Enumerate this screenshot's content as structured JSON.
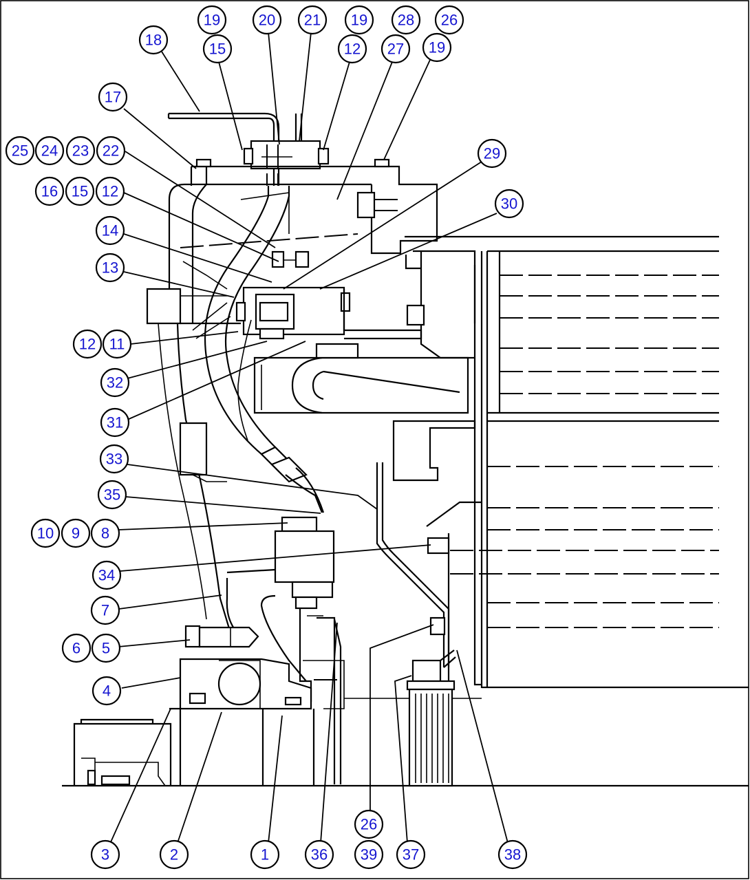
{
  "callouts": [
    {
      "id": "c19a",
      "label": "19"
    },
    {
      "id": "c20",
      "label": "20"
    },
    {
      "id": "c21",
      "label": "21"
    },
    {
      "id": "c19b",
      "label": "19"
    },
    {
      "id": "c28",
      "label": "28"
    },
    {
      "id": "c26a",
      "label": "26"
    },
    {
      "id": "c18",
      "label": "18"
    },
    {
      "id": "c15a",
      "label": "15"
    },
    {
      "id": "c12a",
      "label": "12"
    },
    {
      "id": "c27",
      "label": "27"
    },
    {
      "id": "c19c",
      "label": "19"
    },
    {
      "id": "c17",
      "label": "17"
    },
    {
      "id": "c25",
      "label": "25"
    },
    {
      "id": "c24",
      "label": "24"
    },
    {
      "id": "c23",
      "label": "23"
    },
    {
      "id": "c22",
      "label": "22"
    },
    {
      "id": "c29",
      "label": "29"
    },
    {
      "id": "c16",
      "label": "16"
    },
    {
      "id": "c15b",
      "label": "15"
    },
    {
      "id": "c12b",
      "label": "12"
    },
    {
      "id": "c30",
      "label": "30"
    },
    {
      "id": "c14",
      "label": "14"
    },
    {
      "id": "c13",
      "label": "13"
    },
    {
      "id": "c12c",
      "label": "12"
    },
    {
      "id": "c11",
      "label": "11"
    },
    {
      "id": "c32",
      "label": "32"
    },
    {
      "id": "c31",
      "label": "31"
    },
    {
      "id": "c33",
      "label": "33"
    },
    {
      "id": "c35",
      "label": "35"
    },
    {
      "id": "c10",
      "label": "10"
    },
    {
      "id": "c9",
      "label": "9"
    },
    {
      "id": "c8",
      "label": "8"
    },
    {
      "id": "c34",
      "label": "34"
    },
    {
      "id": "c7",
      "label": "7"
    },
    {
      "id": "c6",
      "label": "6"
    },
    {
      "id": "c5",
      "label": "5"
    },
    {
      "id": "c4",
      "label": "4"
    },
    {
      "id": "c26b",
      "label": "26"
    },
    {
      "id": "c3",
      "label": "3"
    },
    {
      "id": "c2",
      "label": "2"
    },
    {
      "id": "c1",
      "label": "1"
    },
    {
      "id": "c36",
      "label": "36"
    },
    {
      "id": "c39",
      "label": "39"
    },
    {
      "id": "c37",
      "label": "37"
    },
    {
      "id": "c38",
      "label": "38"
    }
  ],
  "colors": {
    "line": "#000000",
    "callout_text": "#1414d0",
    "background": "#ffffff"
  }
}
